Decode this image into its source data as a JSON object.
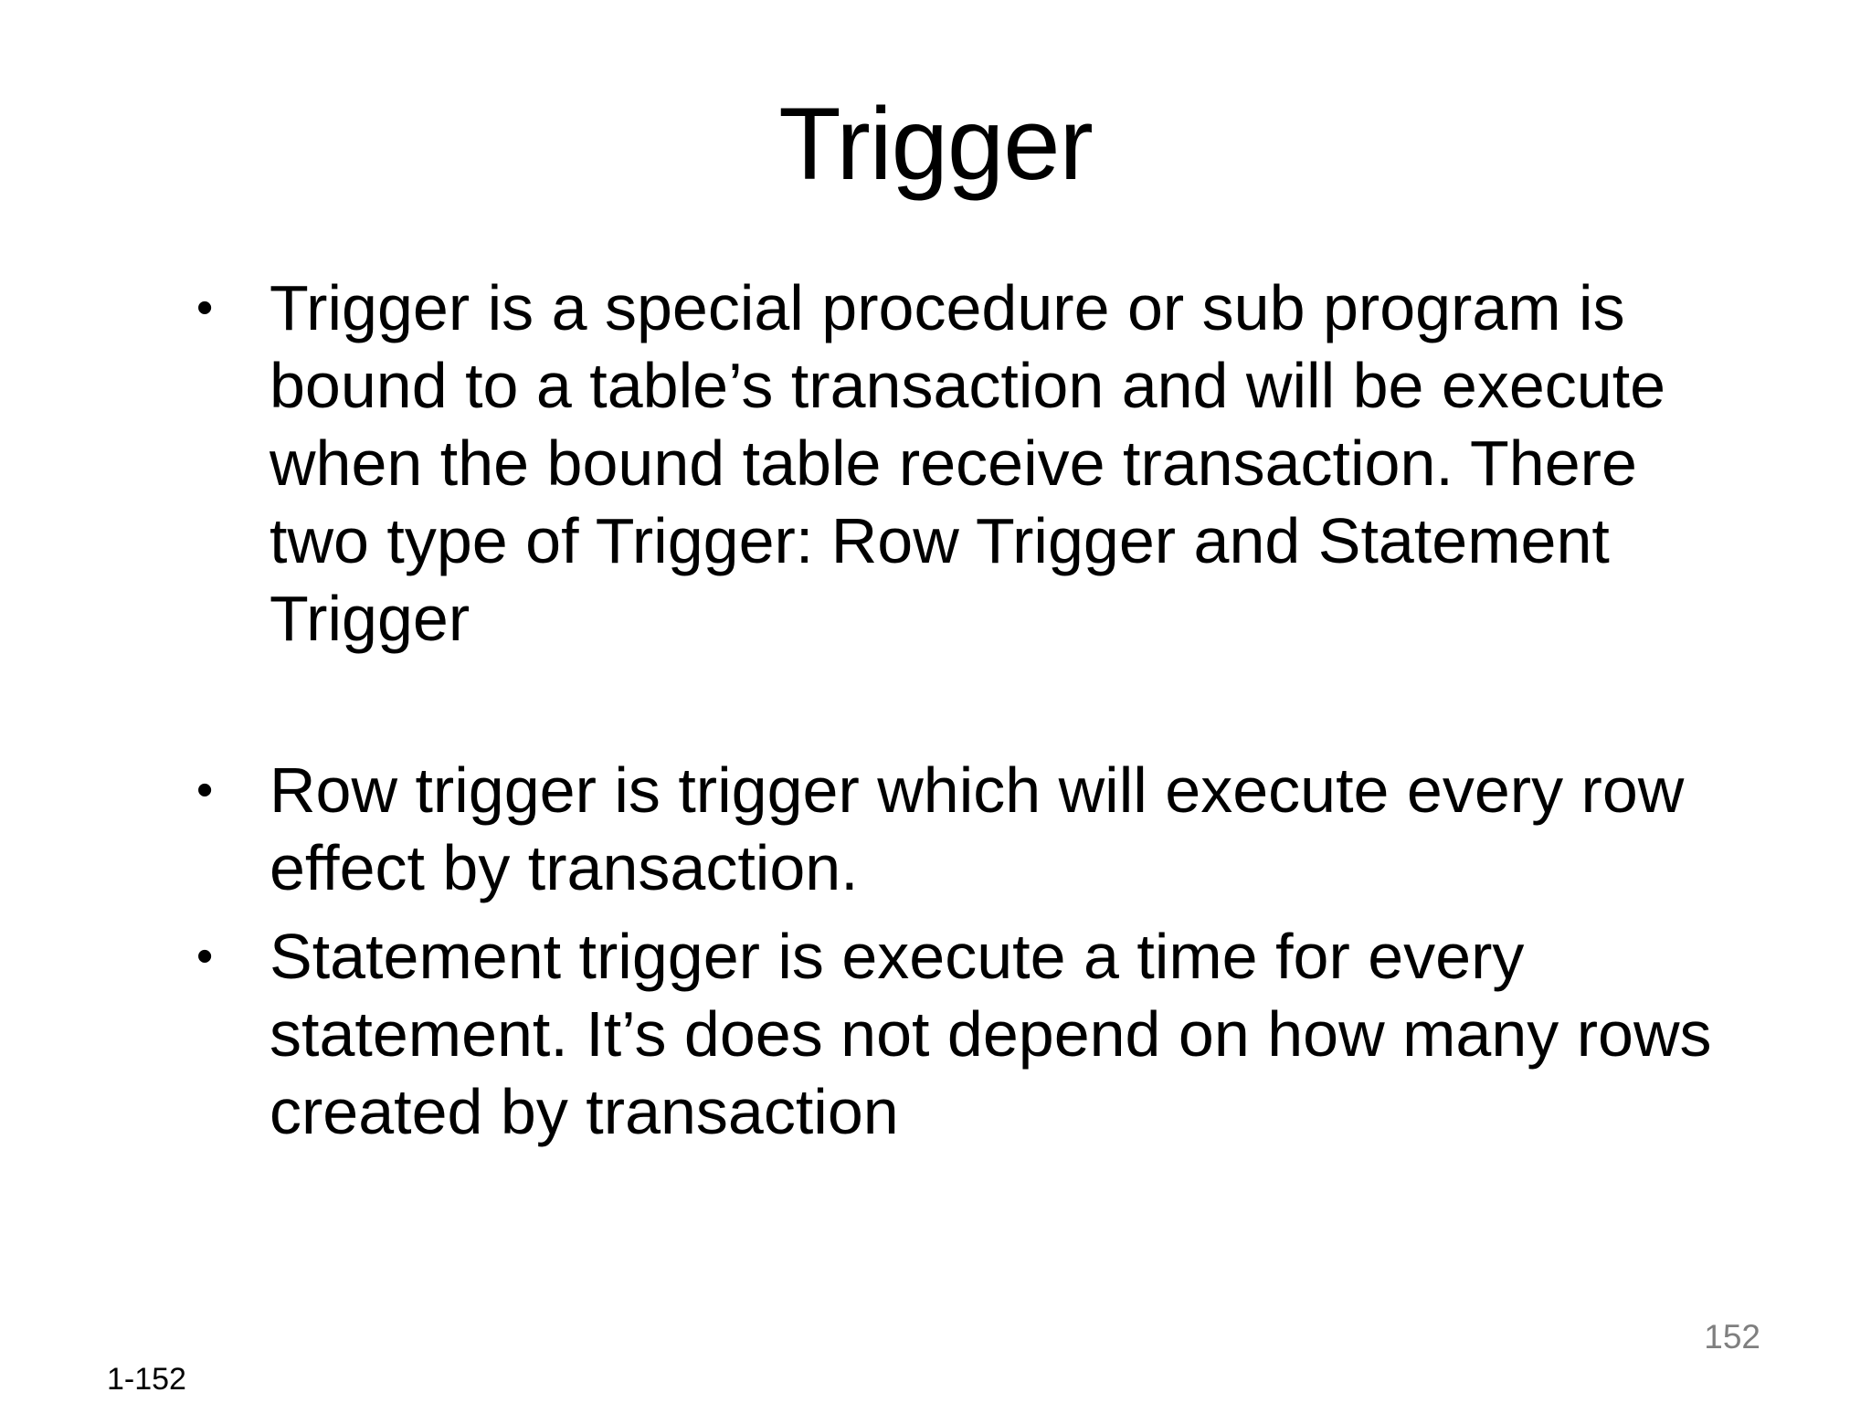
{
  "slide": {
    "title": "Trigger",
    "bullets": [
      {
        "text": "Trigger is a special procedure or sub program is bound to a table’s transaction and will be execute when the bound table receive transaction. There two type of Trigger: Row Trigger and Statement Trigger"
      },
      {
        "text": "Row trigger is trigger which will execute every row effect by transaction."
      },
      {
        "text": "Statement trigger is execute a time for every statement. It’s does not depend on how many rows created by transaction"
      }
    ],
    "page_number": "152",
    "footer_number": "1-152"
  },
  "colors": {
    "background": "#ffffff",
    "text": "#000000",
    "page_number_gray": "#7f7f7f"
  }
}
